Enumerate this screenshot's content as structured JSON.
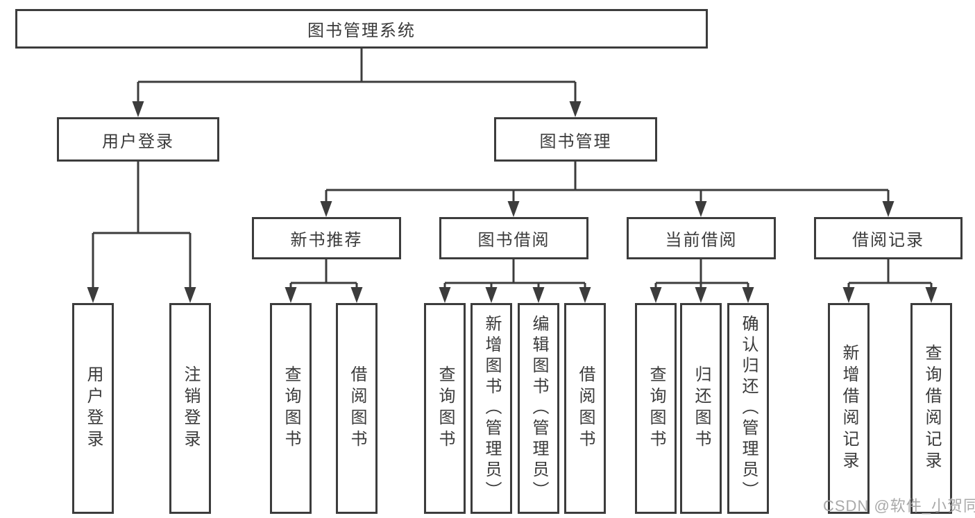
{
  "colors": {
    "line": "#3c3c3c",
    "node_border": "#3c3c3c",
    "text": "#3a3a3a",
    "watermark": "#a9a9a9",
    "background": "#ffffff"
  },
  "watermark": {
    "text": "CSDN @软件_小贺同学"
  },
  "tree": {
    "root": {
      "label": "图书管理系统"
    },
    "branches": [
      {
        "label": "用户登录",
        "children": [
          {
            "label": "用户登录"
          },
          {
            "label": "注销登录"
          }
        ]
      },
      {
        "label": "图书管理",
        "children": [
          {
            "label": "新书推荐",
            "children": [
              {
                "label": "查询图书"
              },
              {
                "label": "借阅图书"
              }
            ]
          },
          {
            "label": "图书借阅",
            "children": [
              {
                "label": "查询图书"
              },
              {
                "label": "新增图书（管理员）"
              },
              {
                "label": "编辑图书（管理员）"
              },
              {
                "label": "借阅图书"
              }
            ]
          },
          {
            "label": "当前借阅",
            "children": [
              {
                "label": "查询图书"
              },
              {
                "label": "归还图书"
              },
              {
                "label": "确认归还（管理员）"
              }
            ]
          },
          {
            "label": "借阅记录",
            "children": [
              {
                "label": "新增借阅记录"
              },
              {
                "label": "查询借阅记录"
              }
            ]
          }
        ]
      }
    ]
  }
}
